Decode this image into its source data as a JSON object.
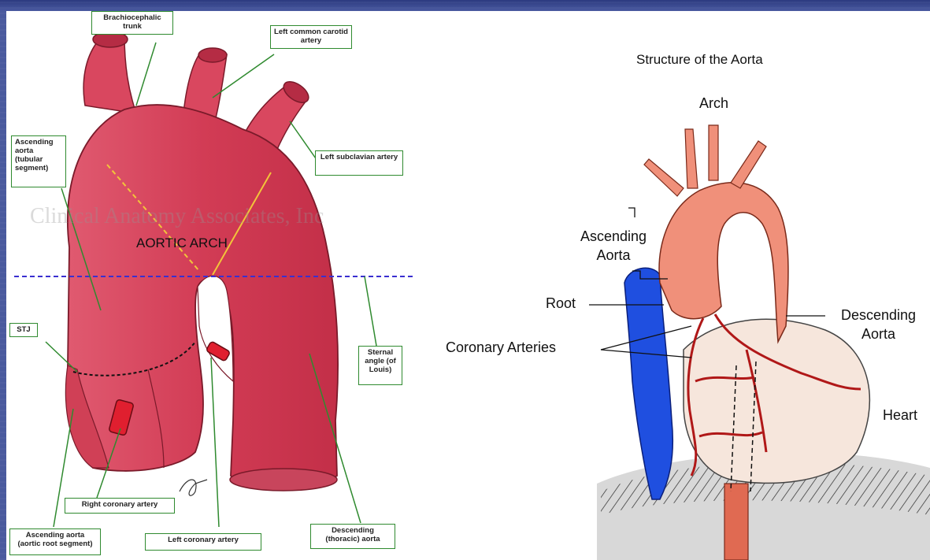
{
  "left_diagram": {
    "watermark": "Clinical Anatomy Associates, Inc",
    "center_title": "AORTIC ARCH",
    "labels": {
      "brachiocephalic": "Brachiocephalic trunk",
      "left_common_carotid": "Left common carotid artery",
      "left_subclavian": "Left subclavian artery",
      "ascending_tubular": "Ascending aorta (tubular segment)",
      "stj": "STJ",
      "sternal_angle": "Sternal angle (of Louis)",
      "right_coronary": "Right coronary artery",
      "left_coronary": "Left coronary artery",
      "ascending_root": "Ascending aorta (aortic root segment)",
      "descending_thoracic": "Descending (thoracic) aorta"
    }
  },
  "right_diagram": {
    "title": "Structure of the Aorta",
    "labels": {
      "arch": "Arch",
      "ascending_aorta": "Ascending Aorta",
      "root": "Root",
      "coronary_arteries": "Coronary Arteries",
      "descending_aorta": "Descending Aorta",
      "heart": "Heart"
    }
  },
  "colors": {
    "aorta_red": "#d8485e",
    "vein_blue": "#1f4fe0",
    "label_border_green": "#2f8a2f",
    "dashed_line_blue": "#3a2fd0",
    "artery_dark_red": "#b01818"
  }
}
